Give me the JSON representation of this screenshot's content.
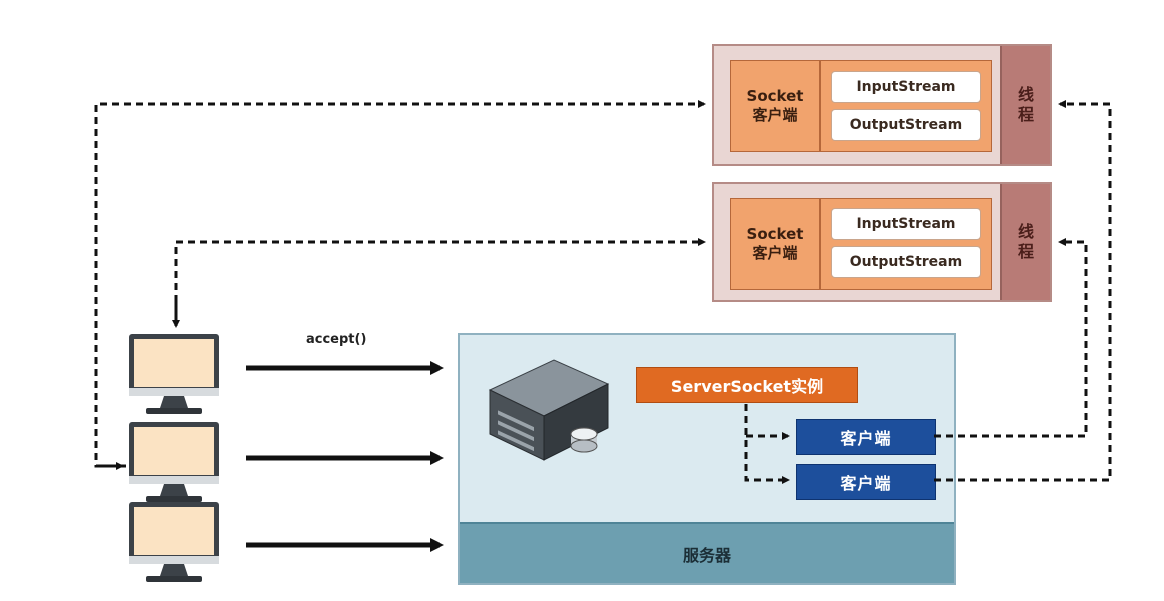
{
  "title_fragment": "",
  "threads": [
    {
      "socket_line1": "Socket",
      "socket_line2": "客户端",
      "input_stream": "InputStream",
      "output_stream": "OutputStream",
      "thread_char1": "线",
      "thread_char2": "程"
    },
    {
      "socket_line1": "Socket",
      "socket_line2": "客户端",
      "input_stream": "InputStream",
      "output_stream": "OutputStream",
      "thread_char1": "线",
      "thread_char2": "程"
    }
  ],
  "accept_label": "accept()",
  "server": {
    "instance_label": "ServerSocket实例",
    "clients": [
      "客户端",
      "客户端"
    ],
    "label": "服务器"
  },
  "computers": [
    "computer",
    "computer",
    "computer"
  ]
}
